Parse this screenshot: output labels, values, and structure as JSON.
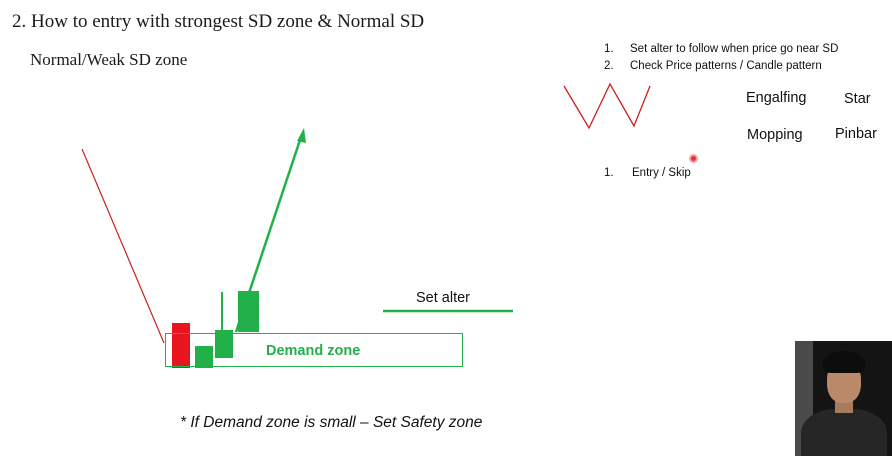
{
  "slide": {
    "title": "2. How to entry with strongest SD zone & Normal SD",
    "subtitle": "Normal/Weak SD zone",
    "steps": [
      {
        "number": "1.",
        "text": "Set alter to follow when price go near SD"
      },
      {
        "number": "2.",
        "text": "Check Price patterns / Candle pattern"
      }
    ],
    "patterns": {
      "engulfing": "Engalfing",
      "star": "Star",
      "mopping": "Mopping",
      "pinbar": "Pinbar"
    },
    "entry": {
      "number": "1.",
      "text": "Entry / Skip"
    },
    "alert_label": "Set alter",
    "demand_zone_label": "Demand zone",
    "note": "* If Demand zone is small – Set Safety zone"
  },
  "colors": {
    "demand_green": "#22b04a",
    "bearish_red": "#e8141e",
    "trend_red": "#cc1f1f"
  },
  "webcam": {
    "description_icon": "presenter-webcam-icon"
  }
}
